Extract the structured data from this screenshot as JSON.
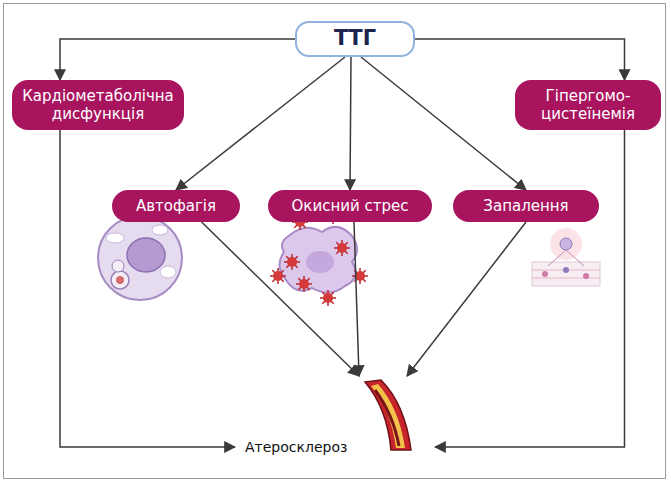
{
  "diagram": {
    "nodes": [
      {
        "text": [
          "ТТГ"
        ]
      },
      {
        "text": [
          "Кардіометаболічна дисфункція"
        ]
      },
      {
        "text": [
          "Гіпергомо- цистеїнемія"
        ]
      },
      {
        "text": [
          "Автофагія"
        ]
      },
      {
        "text": [
          "Окисний стрес"
        ]
      },
      {
        "text": [
          "Запалення"
        ]
      },
      {
        "text": [
          "Атеросклероз"
        ]
      }
    ],
    "edges": [
      {
        "from": 0,
        "to": 1,
        "arrow": "to"
      },
      {
        "from": 0,
        "to": 2,
        "arrow": "to"
      },
      {
        "from": 0,
        "to": 3,
        "arrow": "to"
      },
      {
        "from": 0,
        "to": 4,
        "arrow": "to"
      },
      {
        "from": 0,
        "to": 5,
        "arrow": "to"
      },
      {
        "from": 1,
        "to": 6,
        "arrow": "to"
      },
      {
        "from": 2,
        "to": 6,
        "arrow": "to"
      },
      {
        "from": 3,
        "to": 6,
        "arrow": "to"
      },
      {
        "from": 4,
        "to": 6,
        "arrow": "to"
      },
      {
        "from": 5,
        "to": 6,
        "arrow": "to"
      }
    ]
  }
}
